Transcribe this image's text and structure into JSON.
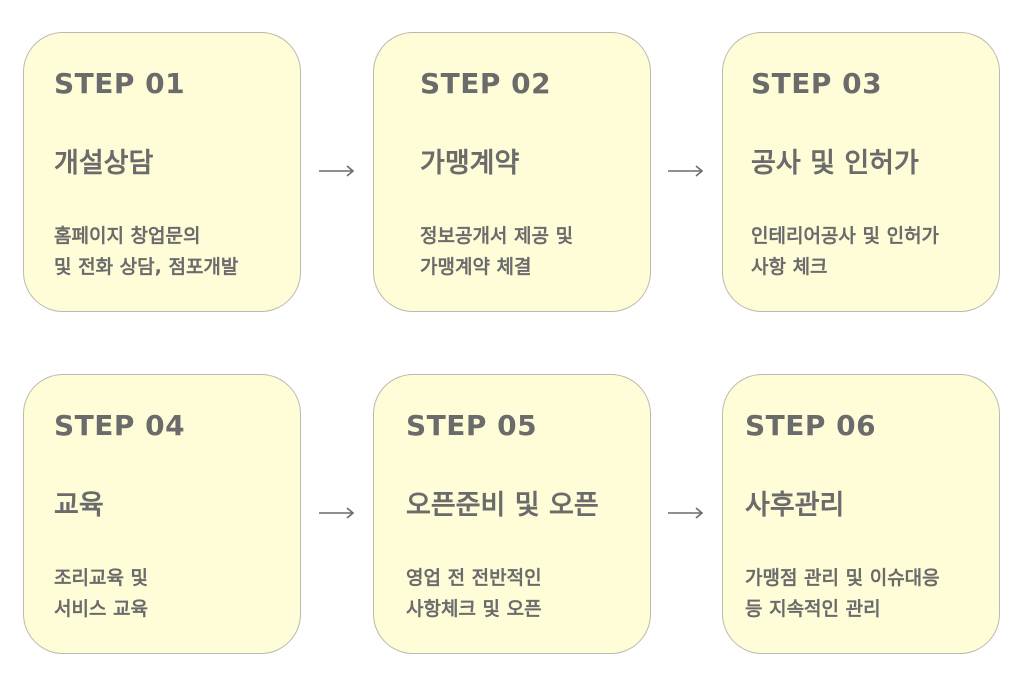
{
  "steps": [
    {
      "step": "STEP 01",
      "title": "개설상담",
      "desc": [
        "홈페이지 창업문의",
        "및 전화 상담, 점포개발"
      ]
    },
    {
      "step": "STEP 02",
      "title": "가맹계약",
      "desc": [
        "정보공개서 제공 및",
        "가맹계약 체결"
      ]
    },
    {
      "step": "STEP 03",
      "title": "공사 및 인허가",
      "desc": [
        "인테리어공사 및 인허가",
        "사항 체크"
      ]
    },
    {
      "step": "STEP 04",
      "title": "교육",
      "desc": [
        "조리교육 및",
        "서비스 교육"
      ]
    },
    {
      "step": "STEP 05",
      "title": "오픈준비 및 오픈",
      "desc": [
        "영업 전 전반적인",
        "사항체크 및 오픈"
      ]
    },
    {
      "step": "STEP 06",
      "title": "사후관리",
      "desc": [
        "가맹점 관리 및 이슈대응",
        "등 지속적인 관리"
      ]
    }
  ],
  "colors": {
    "card_background": "#fffcd8",
    "card_border": "#bcb9b0",
    "text": "#6b6b6b",
    "arrow": "#6b6b6b"
  },
  "icons": {
    "connector": "arrow-right-icon"
  }
}
